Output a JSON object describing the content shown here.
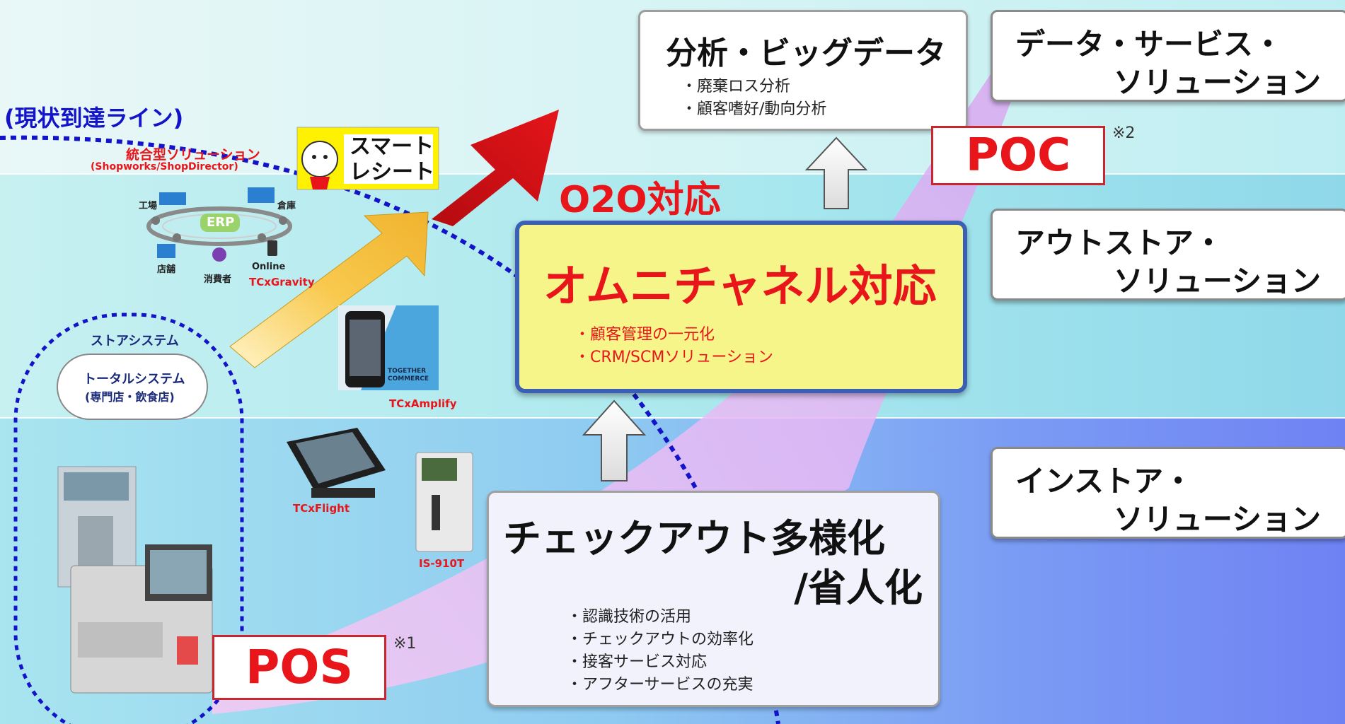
{
  "current_line_label": "(現状到達ライン)",
  "analytics": {
    "title": "分析・ビッグデータ",
    "bullets": [
      "・廃棄ロス分析",
      "・顧客嗜好/動向分析"
    ]
  },
  "o2o": "O2O対応",
  "omni": {
    "title": "オムニチャネル対応",
    "bullets": [
      "・顧客管理の一元化",
      "・CRM/SCMソリューション"
    ]
  },
  "checkout": {
    "title_line1": "チェックアウト多様化",
    "title_line2": "/省人化",
    "bullets": [
      "・認識技術の活用",
      "・チェックアウトの効率化",
      "・接客サービス対応",
      "・アフターサービスの充実"
    ]
  },
  "poc": {
    "label": "POC",
    "note": "※2"
  },
  "pos": {
    "label": "POS",
    "note": "※1"
  },
  "right_boxes": [
    {
      "line1": "データ・サービス・",
      "line2": "ソリューション"
    },
    {
      "line1": "アウトストア・",
      "line2": "ソリューション"
    },
    {
      "line1": "インストア・",
      "line2": "ソリューション"
    }
  ],
  "smart_receipt": {
    "line1": "スマート",
    "line2": "レシート"
  },
  "integrated": {
    "title": "統合型ソリューション",
    "subtitle": "(Shopworks/ShopDirector)",
    "erp": "ERP",
    "factory": "工場",
    "warehouse": "倉庫",
    "store": "店舗",
    "consumer": "消費者",
    "online": "Online",
    "product": "TCxGravity"
  },
  "store_system": {
    "title": "ストアシステム",
    "cloud_line1": "トータルシステム",
    "cloud_line2": "(専門店・飲食店)"
  },
  "amplify": {
    "label": "TCxAmplify",
    "brand_line1": "TOGETHER",
    "brand_line2": "COMMERCE"
  },
  "flight": "TCxFlight",
  "kiosk": "IS-910T",
  "colors": {
    "red": "#e8161b",
    "yellow_box": "#f6f58a",
    "blue_dots": "#1313c9",
    "arrow_red": "#d40e12",
    "arrow_yellow": "#f4c34a"
  }
}
